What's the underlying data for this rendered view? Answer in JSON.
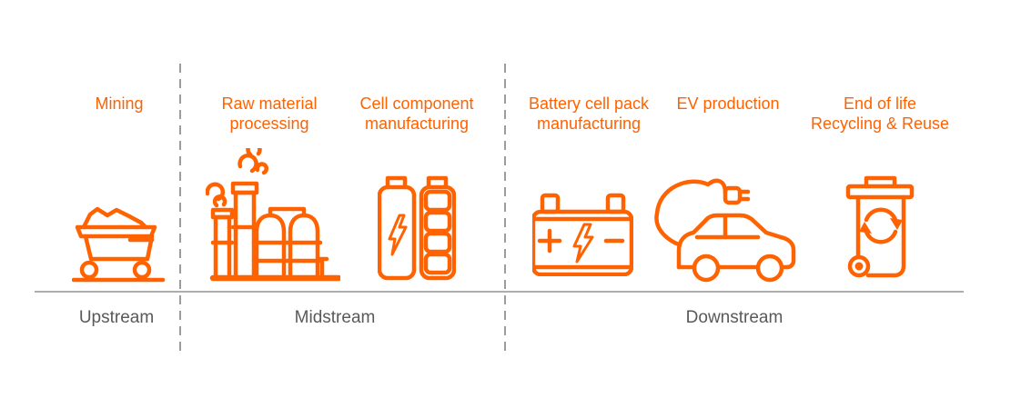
{
  "colors": {
    "accent": "#FF6200",
    "stream_text": "#595959",
    "divider": "#9C9C9C",
    "baseline": "#ADADAD"
  },
  "stages": [
    {
      "label": "Mining",
      "icon": "mine-cart-icon",
      "stream": "Upstream"
    },
    {
      "label": "Raw material\nprocessing",
      "icon": "refinery-icon",
      "stream": "Midstream"
    },
    {
      "label": "Cell component\nmanufacturing",
      "icon": "battery-cells-icon",
      "stream": "Midstream"
    },
    {
      "label": "Battery cell pack\nmanufacturing",
      "icon": "battery-pack-icon",
      "stream": "Downstream"
    },
    {
      "label": "EV production",
      "icon": "ev-car-icon",
      "stream": "Downstream"
    },
    {
      "label": "End of life\nRecycling & Reuse",
      "icon": "recycling-bin-icon",
      "stream": "Downstream"
    }
  ],
  "streams": [
    {
      "label": "Upstream"
    },
    {
      "label": "Midstream"
    },
    {
      "label": "Downstream"
    }
  ]
}
